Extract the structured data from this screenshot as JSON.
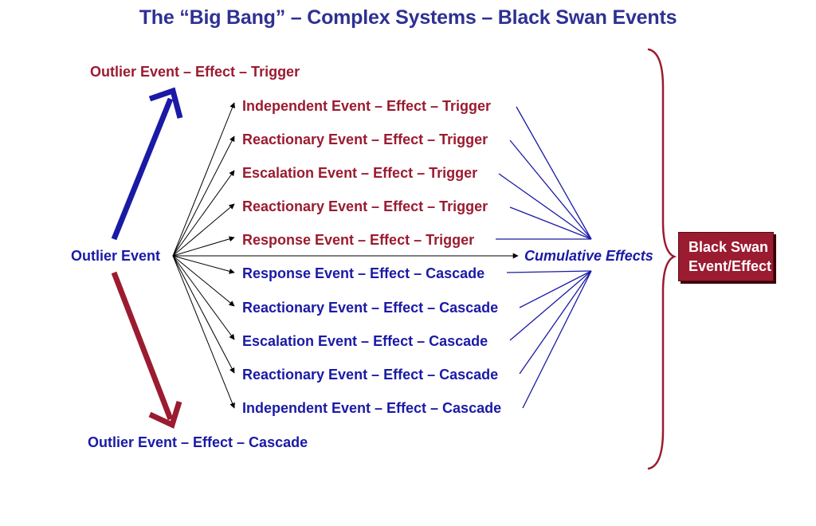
{
  "title": "The “Big Bang” – Complex Systems – Black Swan Events",
  "source": "Outlier Event",
  "outlier_trigger": "Outlier Event – Effect – Trigger",
  "outlier_cascade": "Outlier Event – Effect – Cascade",
  "triggers": [
    "Independent Event – Effect – Trigger",
    "Reactionary Event – Effect – Trigger",
    "Escalation Event – Effect – Trigger",
    "Reactionary Event – Effect – Trigger",
    "Response Event – Effect – Trigger"
  ],
  "cascades": [
    "Response Event – Effect – Cascade",
    "Reactionary Event – Effect – Cascade",
    "Escalation Event – Effect – Cascade",
    "Reactionary Event – Effect – Cascade",
    "Independent Event – Effect – Cascade"
  ],
  "cumulative": "Cumulative Effects",
  "result": {
    "line1": "Black Swan",
    "line2": "Event/Effect"
  },
  "colors": {
    "title": "#2e3192",
    "trigger": "#9b1b30",
    "cascade": "#1a1aa6",
    "box": "#9b1b30"
  }
}
